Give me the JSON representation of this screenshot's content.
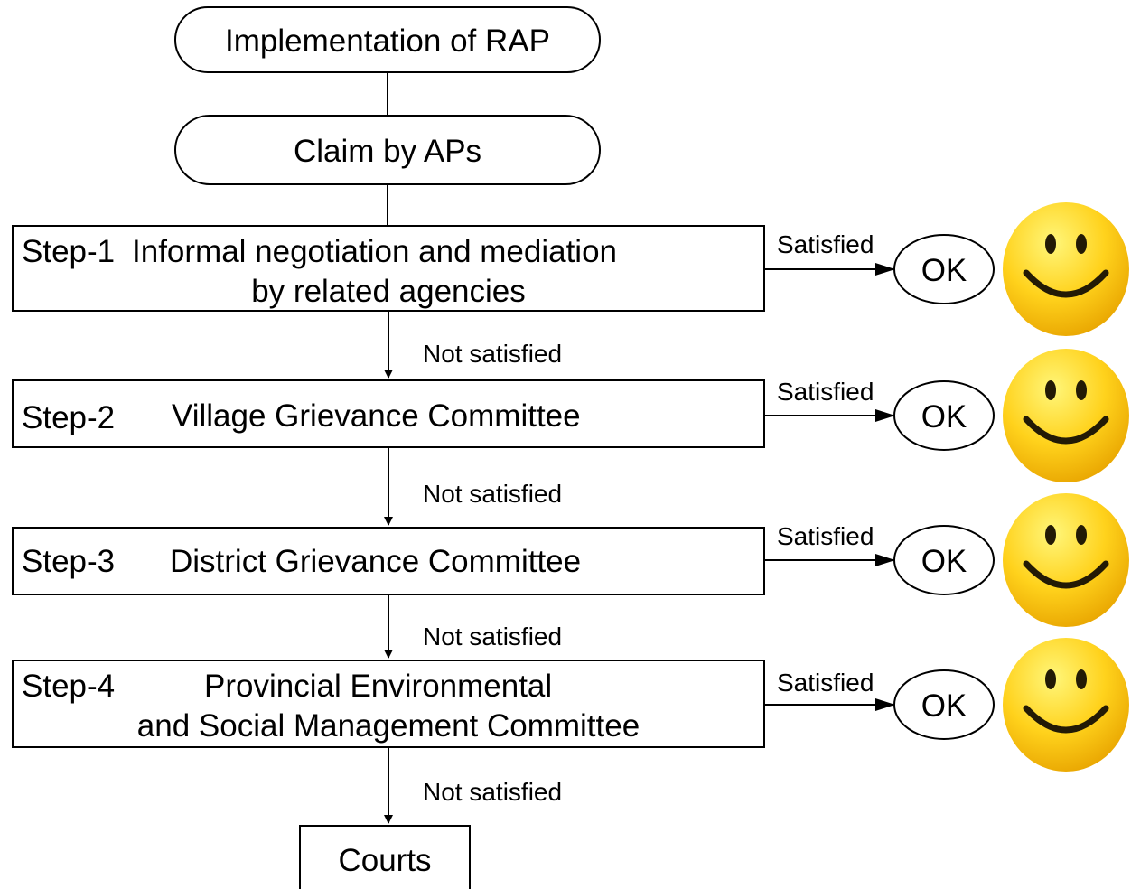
{
  "diagram": {
    "start": "Implementation of RAP",
    "claim": "Claim by APs",
    "steps": [
      {
        "num": "Step-1",
        "title_line1": "Informal negotiation and mediation",
        "title_line2": "by related agencies"
      },
      {
        "num": "Step-2",
        "title_line1": "Village Grievance Committee"
      },
      {
        "num": "Step-3",
        "title_line1": "District Grievance Committee"
      },
      {
        "num": "Step-4",
        "title_line1": "Provincial Environmental",
        "title_line2": "and Social Management Committee"
      }
    ],
    "satisfied_label": "Satisfied",
    "not_satisfied_label": "Not satisfied",
    "ok_label": "OK",
    "end": "Courts",
    "smiley_icon": "smiley-face-icon",
    "colors": {
      "smiley_light": "#FFF67A",
      "smiley_mid": "#FFD21C",
      "smiley_dark": "#E8A400",
      "features": "#231A05"
    }
  }
}
